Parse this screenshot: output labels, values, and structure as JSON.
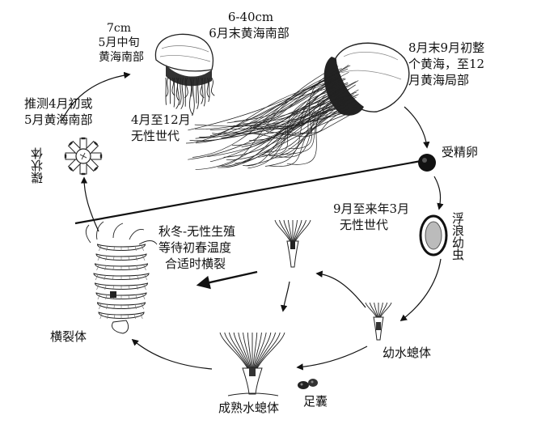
{
  "labels": {
    "small_jelly_size": "7cm",
    "small_jelly_time": "5月中旬",
    "small_jelly_place": "黄海南部",
    "big_jelly_size": "6-40cm",
    "big_jelly_time": "6月末黄海南部",
    "big_jelly_note_1": "8月末9月初整",
    "big_jelly_note_2": "个黄海，至12",
    "big_jelly_note_3": "月黄海局部",
    "ephyra_note_1": "推测4月初或",
    "ephyra_note_2": "5月黄海南部",
    "asexual_gen_1_a": "4月至12月",
    "asexual_gen_1_b": "无性世代",
    "ephyra": "碟状体",
    "fertilized_egg": "受精卵",
    "asexual_gen_2_a": "9月至来年3月",
    "asexual_gen_2_b": "无性世代",
    "planula": "浮浪幼虫",
    "winter_note_1": "秋冬-无性生殖",
    "winter_note_2": "等待初春温度",
    "winter_note_3": "合适时横裂",
    "strobila": "横裂体",
    "juvenile_polyp": "幼水螅体",
    "mature_polyp": "成熟水螅体",
    "podocyst": "足囊"
  }
}
